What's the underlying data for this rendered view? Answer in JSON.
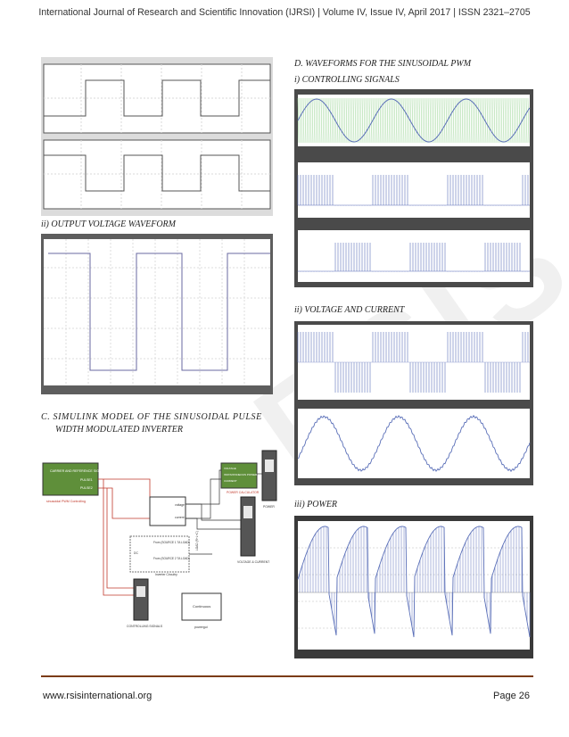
{
  "header": {
    "journal_line": "International Journal of Research and Scientific Innovation (IJRSI) | Volume IV, Issue IV, April 2017 | ISSN 2321–2705"
  },
  "left": {
    "output_voltage_heading": "ii) OUTPUT VOLTAGE WAVEFORM",
    "simulink_heading_line1": "C. SIMULINK MODEL OF THE SINUSOIDAL PULSE",
    "simulink_heading_line2": "WIDTH MODULATED INVERTER",
    "model": {
      "sine_block_line1": "CARRIER AND REFERENCE SIGNALS",
      "sine_block_line2": "PULSE1",
      "sine_block_line3": "PULSE2",
      "sine_block_caption": "sinusoidal PWM Controlling",
      "inverter_caption": "Inverter Circuitry",
      "pulse_source_1": "From (SOURCE 1 TA LOAD)",
      "pulse_source_2": "From (SOURCE 2 TA LOAD)",
      "dc_label": "DC",
      "voltage_port": "voltage",
      "current_port": "current",
      "power_calc_line1": "VOLTAGE",
      "power_calc_line2": "INSTANTANEOUS POWER AND",
      "power_calc_line3": "CURRENT",
      "power_calc_caption": "POWER CALCULATOR",
      "power_scope_caption": "POWER",
      "vi_scope_caption": "VOLTAGE & CURRENT",
      "ctrl_scope_caption": "CONTROLLING SIGNALS",
      "powergui_label": "Continuous",
      "powergui_caption": "powergui",
      "load_label": "LOAD (R+L+C)"
    }
  },
  "right": {
    "section_heading": "D.   WAVEFORMS FOR THE SINUSOIDAL PWM",
    "controlling_heading": "i)   CONTROLLING SIGNALS",
    "vi_heading": "ii)  VOLTAGE AND CURRENT",
    "power_heading": "iii)  POWER"
  },
  "footer": {
    "website": "www.rsisinternational.org",
    "page": "Page 26"
  },
  "colors": {
    "footer_rule": "#7b3b14",
    "block_green": "#5f8f3a",
    "wire_red": "#c0392b",
    "trace_blue": "#5a6fb8",
    "carrier_green": "#8fd08a"
  }
}
